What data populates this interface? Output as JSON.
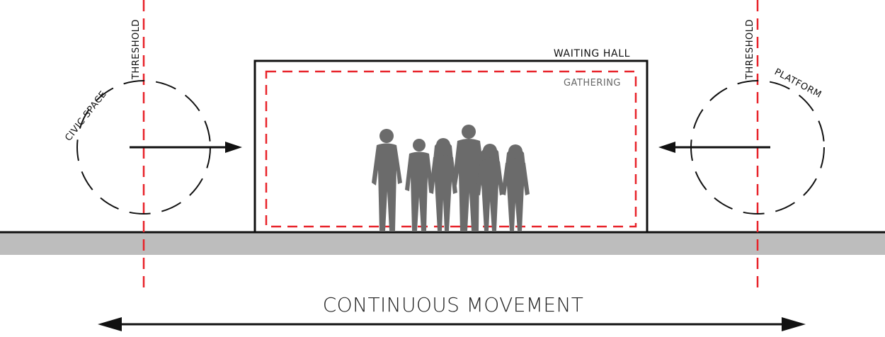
{
  "labels": {
    "waiting_hall": "WAITING HALL",
    "gathering": "GATHERING",
    "threshold_left": "THRESHOLD",
    "threshold_right": "THRESHOLD",
    "civic_space": "CIVIC SPACE",
    "platform": "PLATFORM",
    "continuous_movement": "CONTINUOUS MOVEMENT"
  },
  "colors": {
    "threshold": "#e8232a",
    "ink": "#111111",
    "ground": "#bdbdbd",
    "figures": "#6b6b6b",
    "label_grey": "#666666"
  }
}
